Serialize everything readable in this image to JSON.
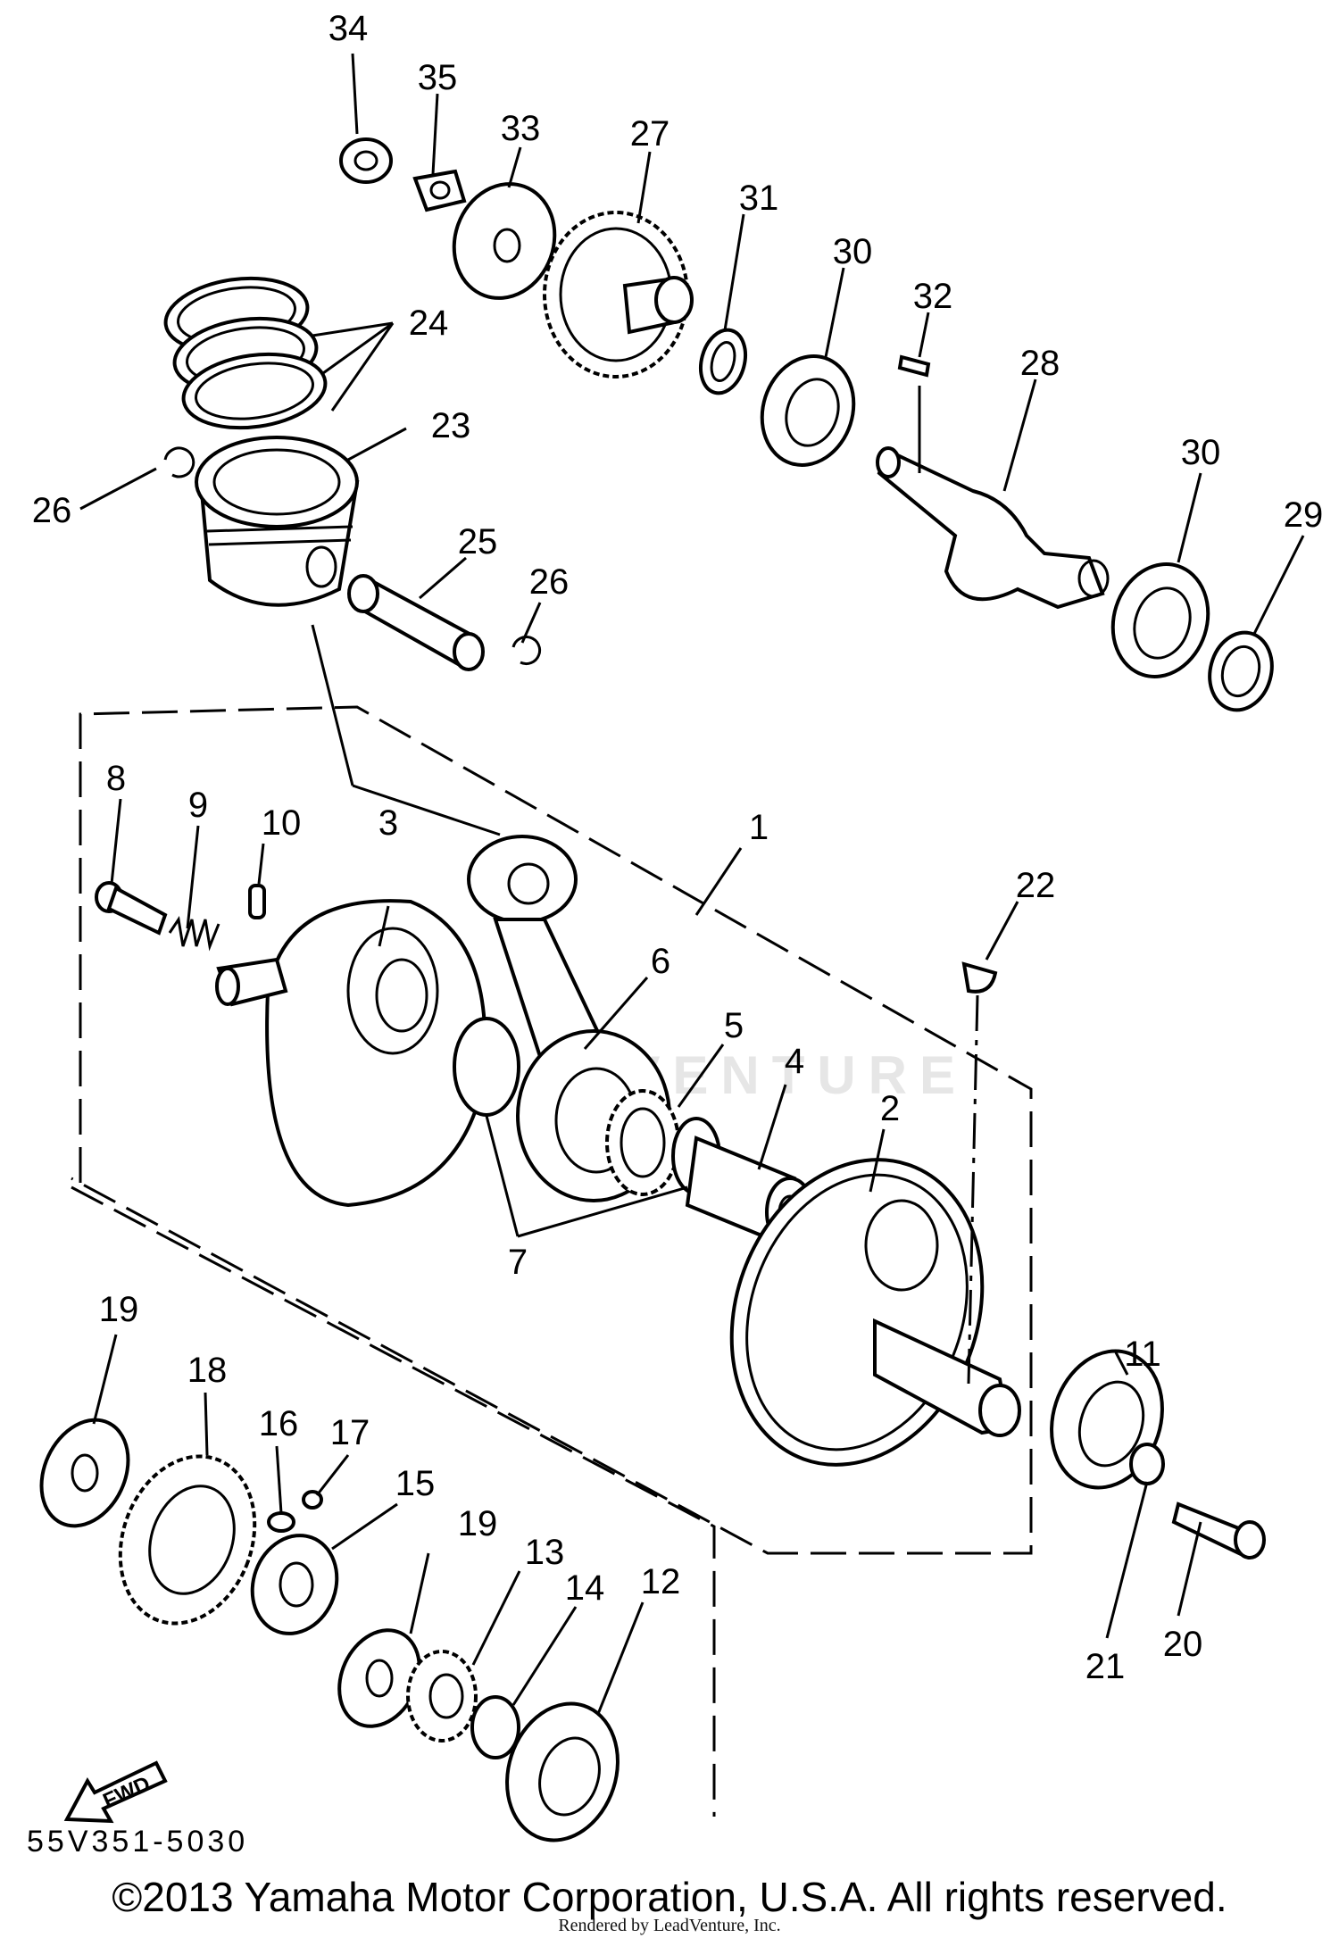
{
  "diagram": {
    "title": "",
    "code": "55V351-5030",
    "fwd_label": "FWD",
    "copyright": "©2013 Yamaha Motor Corporation, U.S.A. All rights reserved.",
    "rendered_by": "Rendered by LeadVenture, Inc.",
    "watermark": "LEADVENTURE"
  },
  "callouts": {
    "n1": "1",
    "n2": "2",
    "n3": "3",
    "n4": "4",
    "n5": "5",
    "n6": "6",
    "n7": "7",
    "n8": "8",
    "n9": "9",
    "n10": "10",
    "n11": "11",
    "n12": "12",
    "n13": "13",
    "n14": "14",
    "n15": "15",
    "n16": "16",
    "n17": "17",
    "n18": "18",
    "n19a": "19",
    "n19b": "19",
    "n20": "20",
    "n21": "21",
    "n22": "22",
    "n23": "23",
    "n24": "24",
    "n25": "25",
    "n26a": "26",
    "n26b": "26",
    "n27": "27",
    "n28": "28",
    "n29": "29",
    "n30a": "30",
    "n30b": "30",
    "n31": "31",
    "n32": "32",
    "n33": "33",
    "n34": "34",
    "n35": "35"
  }
}
